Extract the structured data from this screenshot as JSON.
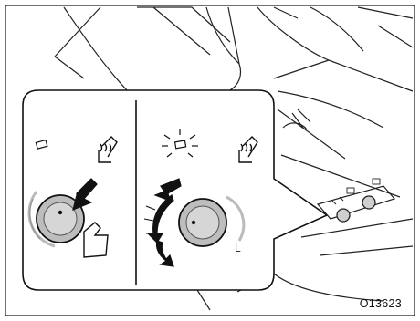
{
  "figure": {
    "code": "O13623",
    "knob_scale_label": "L"
  },
  "icons": [
    "seat-heater-icon-left",
    "seat-heater-icon-right",
    "indicator-lamp-off-icon",
    "indicator-lamp-on-icon",
    "press-hand-icon",
    "press-arrow-icon",
    "rotate-arrows-icon"
  ]
}
